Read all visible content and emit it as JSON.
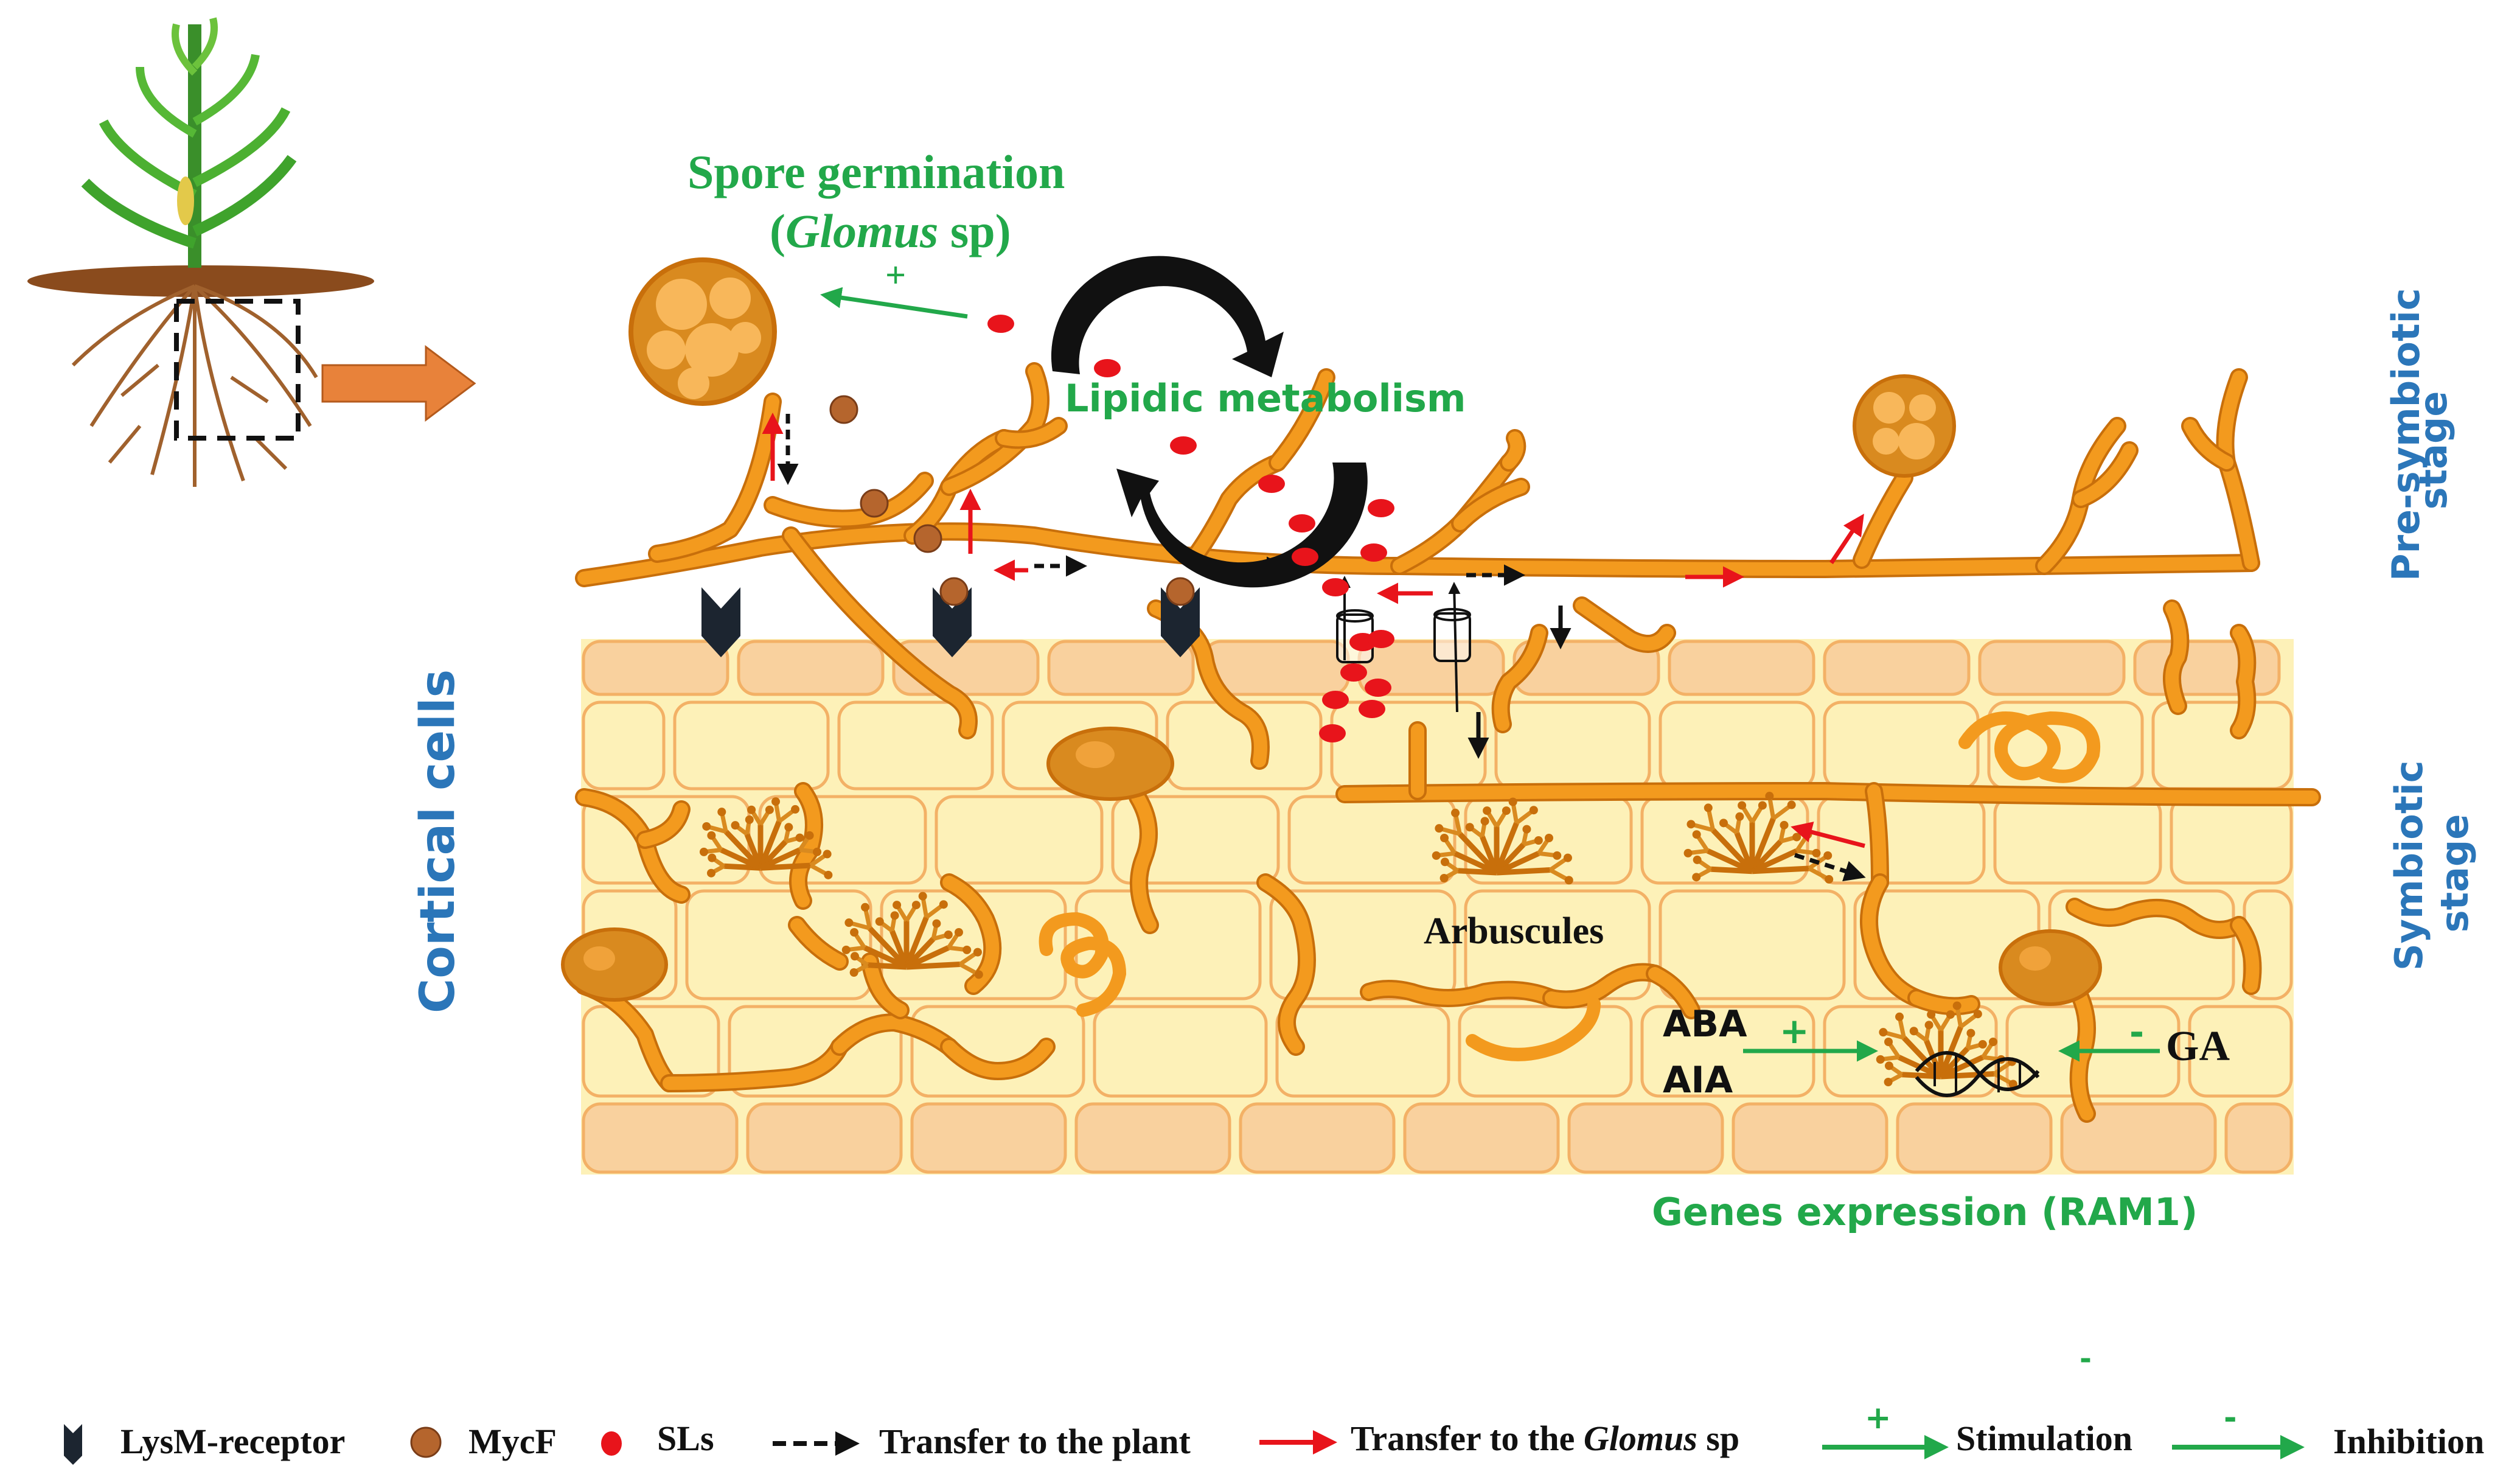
{
  "labels": {
    "spore_title": "Spore germination",
    "spore_genus": "Glomus",
    "spore_paren_open": "(",
    "spore_sp": " sp)",
    "lipidic": "Lipidic metabolism",
    "cortical": "Cortical cells",
    "arbuscules": "Arbuscules",
    "aba": "ABA",
    "aia": "AIA",
    "ga": "GA",
    "genes": "Genes expression (RAM1)",
    "pre_symbiotic_1": "Pre-symbiotic",
    "pre_symbiotic_2": "stage",
    "symbiotic_1": "Symbiotic",
    "symbiotic_2": "stage",
    "plus": "+",
    "minus": "-"
  },
  "legend": {
    "lysm": "LysM-receptor",
    "mycf": "MycF",
    "sls": "SLs",
    "transfer_plant": "Transfer to the plant",
    "transfer_glomus_prefix": "Transfer to the ",
    "transfer_glomus_genus": "Glomus",
    "transfer_glomus_suffix": " sp",
    "stimulation": "Stimulation",
    "inhibition": "Inhibition"
  },
  "colors": {
    "hypha": "#f39a1e",
    "hypha_dark": "#c86f0b",
    "cell_fill": "#fdf1b8",
    "cell_top": "#f9d19e",
    "cell_edge": "#f3b166",
    "spore": "#d98a1f",
    "sl_red": "#e8141b",
    "mycf_brown": "#b5652d",
    "green": "#22a84a",
    "blue": "#2b76b9",
    "arrow_orange": "#e8823a"
  },
  "icons": {
    "lysm": "lysm-receptor-icon",
    "mycf": "mycf-dot-icon",
    "sl": "sl-dot-icon",
    "plant": "maize-plant-icon",
    "dna": "dna-helix-icon",
    "transporter": "transporter-channel-icon"
  }
}
